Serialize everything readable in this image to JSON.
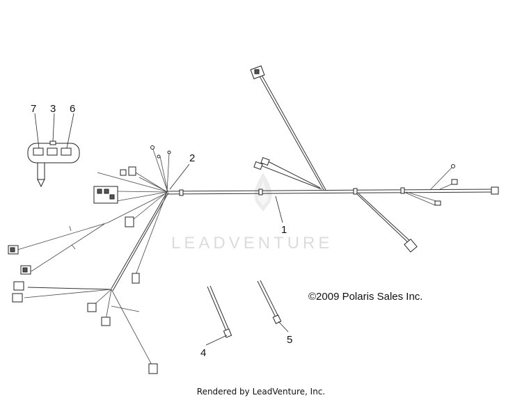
{
  "callouts": {
    "c1": "1",
    "c2": "2",
    "c3": "3",
    "c4": "4",
    "c5": "5",
    "c6": "6",
    "c7": "7"
  },
  "copyright": "©2009 Polaris Sales Inc.",
  "footer": "Rendered by LeadVenture, Inc.",
  "watermark": "LEADVENTURE"
}
